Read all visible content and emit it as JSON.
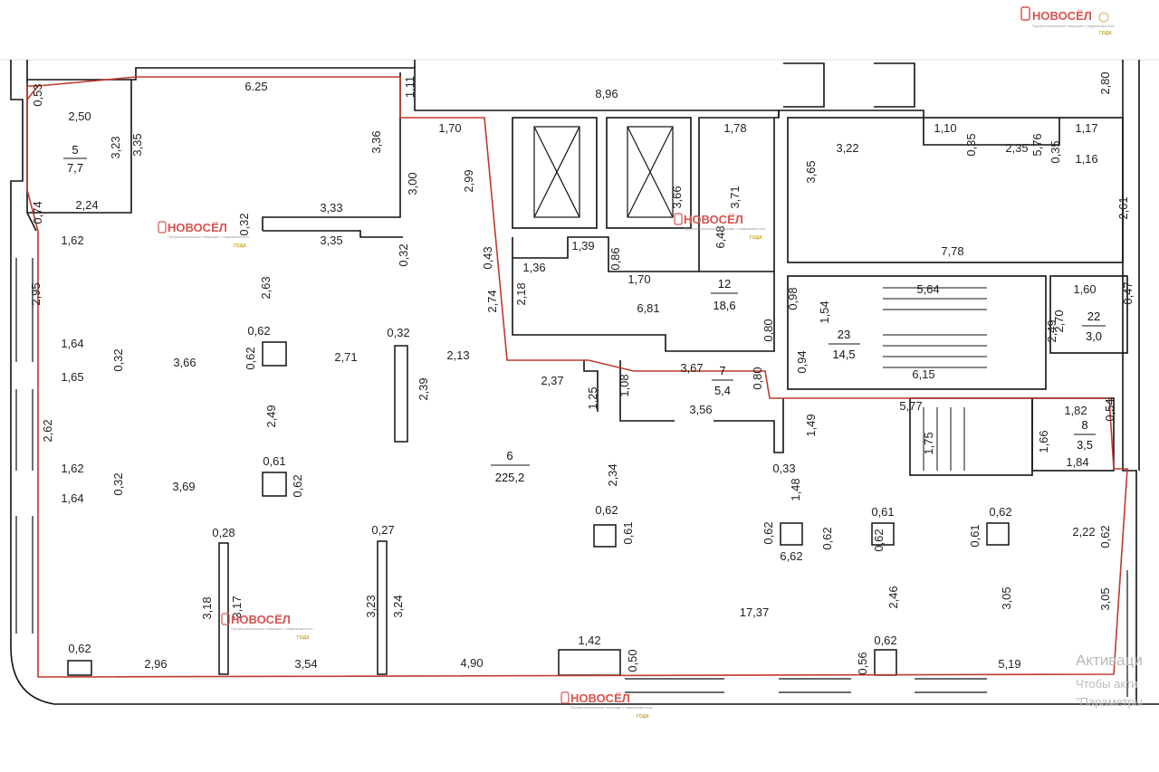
{
  "watermark": {
    "brand": "НОВОСЁЛ",
    "tagline": "Профессиональные операции с недвижимостью",
    "award": "ГОДА"
  },
  "rooms": [
    {
      "id": "5",
      "area": "7,7"
    },
    {
      "id": "6",
      "area": "225,2"
    },
    {
      "id": "7",
      "area": "5,4"
    },
    {
      "id": "8",
      "area": "3,5"
    },
    {
      "id": "12",
      "area": "18,6"
    },
    {
      "id": "22",
      "area": "3,0"
    },
    {
      "id": "23",
      "area": "14,5"
    }
  ],
  "dimensions": [
    "6.25",
    "1,11",
    "8,96",
    "1,78",
    "2,80",
    "0,53",
    "2,50",
    "3,23",
    "3,35",
    "3,36",
    "1,70",
    "3,22",
    "1,10",
    "0,35",
    "2,35",
    "5,76",
    "0,35",
    "1,17",
    "1,16",
    "0,74",
    "2,24",
    "3,00",
    "2,99",
    "3,66",
    "3,71",
    "3,65",
    "2,61",
    "0,32",
    "3,33",
    "6,48",
    "1,62",
    "3,35",
    "0,32",
    "0,43",
    "1,39",
    "0,86",
    "7,78",
    "1,36",
    "1,70",
    "2,95",
    "2,63",
    "2,18",
    "6,81",
    "0,98",
    "5,64",
    "1,60",
    "0,47",
    "1,54",
    "2,70",
    "2,49",
    "0,62",
    "0,62",
    "0,32",
    "0,80",
    "1,64",
    "3,66",
    "2,71",
    "2,13",
    "0,94",
    "0,32",
    "2,74",
    "1,65",
    "2,39",
    "6,15",
    "2,37",
    "3,67",
    "1,08",
    "1,25",
    "0,80",
    "2,49",
    "3,56",
    "5,77",
    "1,82",
    "0,54",
    "2,62",
    "1,49",
    "1,75",
    "1,66",
    "1,84",
    "1,62",
    "0,61",
    "3,69",
    "0,32",
    "0,62",
    "0,33",
    "2,34",
    "1,64",
    "1,48",
    "0,62",
    "0,61",
    "0,61",
    "0,62",
    "0,62",
    "0,62",
    "0,61",
    "6,62",
    "0,62",
    "2,22",
    "0,62",
    "0,28",
    "0,27",
    "3,18",
    "3,17",
    "3,23",
    "3,24",
    "2,46",
    "3,05",
    "3,05",
    "17,37",
    "0,62",
    "1,42",
    "0,62",
    "2,96",
    "3,54",
    "4,90",
    "0,50",
    "0,56",
    "5,19"
  ],
  "activation": {
    "line1": "Активаци",
    "line2": "Чтобы акти",
    "line3": "\"Параметры"
  },
  "colors": {
    "outline": "#c0392b",
    "walls": "#111111",
    "watermark": "#d9534f"
  }
}
